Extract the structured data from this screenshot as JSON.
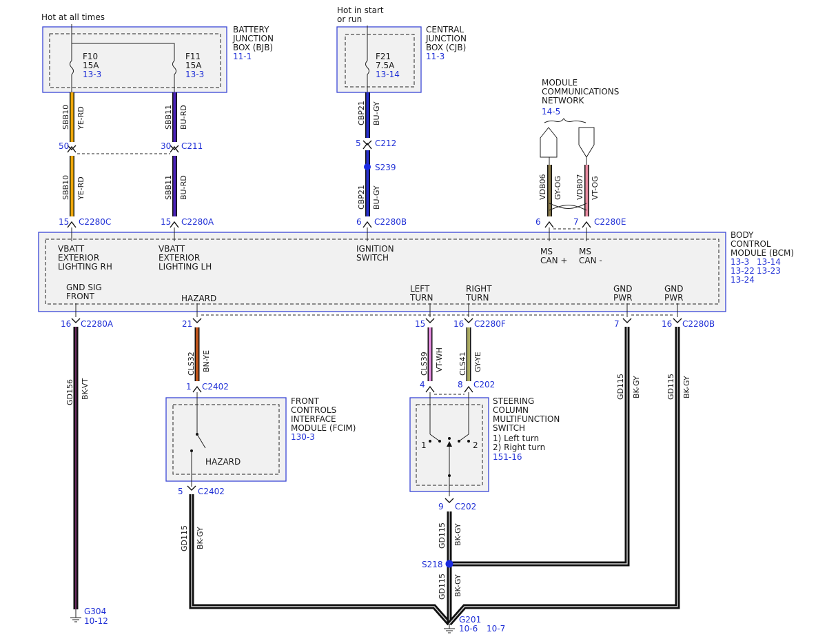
{
  "labels": {
    "hot_at_all_times": "Hot at all times",
    "hot_start_1": "Hot in start",
    "hot_start_2": "or run",
    "bjb": [
      "BATTERY",
      "JUNCTION",
      "BOX (BJB)"
    ],
    "bjb_ref": "11-1",
    "cjb": [
      "CENTRAL",
      "JUNCTION",
      "BOX (CJB)"
    ],
    "cjb_ref": "11-3",
    "mcn": [
      "MODULE",
      "COMMUNICATIONS",
      "NETWORK"
    ],
    "mcn_ref": "14-5",
    "bcm": [
      "BODY",
      "CONTROL",
      "MODULE (BCM)"
    ],
    "bcm_refs": [
      "13-3",
      "13-14",
      "13-22",
      "13-23",
      "13-24"
    ],
    "fcim": [
      "FRONT",
      "CONTROLS",
      "INTERFACE",
      "MODULE (FCIM)"
    ],
    "fcim_ref": "130-3",
    "scms": [
      "STEERING",
      "COLUMN",
      "MULTIFUNCTION",
      "SWITCH",
      "1) Left turn",
      "2) Right turn"
    ],
    "scms_ref": "151-16",
    "hazard_switch": "HAZARD",
    "sw_pos_1": "1",
    "sw_pos_2": "2"
  },
  "fuses": [
    {
      "name": "F10",
      "rating": "15A",
      "ref": "13-3"
    },
    {
      "name": "F11",
      "rating": "15A",
      "ref": "13-3"
    },
    {
      "name": "F21",
      "rating": "7.5A",
      "ref": "13-14"
    }
  ],
  "bcm_pins": {
    "vbatt_rh": [
      "VBATT",
      "EXTERIOR",
      "LIGHTING RH"
    ],
    "vbatt_lh": [
      "VBATT",
      "EXTERIOR",
      "LIGHTING LH"
    ],
    "ignition": [
      "IGNITION",
      "SWITCH"
    ],
    "ms_can_plus": [
      "MS",
      "CAN +"
    ],
    "ms_can_minus": [
      "MS",
      "CAN -"
    ],
    "gnd_sig": [
      "GND SIG",
      "FRONT"
    ],
    "hazard": "HAZARD",
    "left_turn": [
      "LEFT",
      "TURN"
    ],
    "right_turn": [
      "RIGHT",
      "TURN"
    ],
    "gnd_pwr_1": [
      "GND",
      "PWR"
    ],
    "gnd_pwr_2": [
      "GND",
      "PWR"
    ]
  },
  "connectors": {
    "c50": {
      "pin": "50"
    },
    "c211": {
      "pin": "30",
      "name": "C211"
    },
    "c212": {
      "pin": "5",
      "name": "C212"
    },
    "s239": {
      "name": "S239"
    },
    "c2280c": {
      "pin": "15",
      "name": "C2280C"
    },
    "c2280a_top": {
      "pin": "15",
      "name": "C2280A"
    },
    "c2280b_top": {
      "pin": "6",
      "name": "C2280B"
    },
    "c2280e_a": {
      "pin": "6"
    },
    "c2280e_b": {
      "pin": "7",
      "name": "C2280E"
    },
    "c2280a_bot": {
      "pin": "16",
      "name": "C2280A"
    },
    "haz_pin": {
      "pin": "21"
    },
    "lt_pin": {
      "pin": "15"
    },
    "rt_pin": {
      "pin": "16",
      "name": "C2280F"
    },
    "gnd1_pin": {
      "pin": "7"
    },
    "c2280b_bot": {
      "pin": "16",
      "name": "C2280B"
    },
    "c2402_top": {
      "pin": "1",
      "name": "C2402"
    },
    "c202_a": {
      "pin": "4"
    },
    "c202_b": {
      "pin": "8",
      "name": "C202"
    },
    "c2402_bot": {
      "pin": "5",
      "name": "C2402"
    },
    "c202_bot": {
      "pin": "9",
      "name": "C202"
    },
    "s218": {
      "name": "S218"
    },
    "g304": {
      "name": "G304",
      "ref": "10-12"
    },
    "g201": {
      "name": "G201",
      "ref1": "10-6",
      "ref2": "10-7"
    }
  },
  "wires": [
    {
      "circuit": "SBB10",
      "color": "YE-RD"
    },
    {
      "circuit": "SBB11",
      "color": "BU-RD"
    },
    {
      "circuit": "CBP21",
      "color": "BU-GY"
    },
    {
      "circuit": "SBB10",
      "color": "YE-RD"
    },
    {
      "circuit": "SBB11",
      "color": "BU-RD"
    },
    {
      "circuit": "CBP21",
      "color": "BU-GY"
    },
    {
      "circuit": "VDB06",
      "color": "GY-OG"
    },
    {
      "circuit": "VDB07",
      "color": "VT-OG"
    },
    {
      "circuit": "GD156",
      "color": "BK-VT"
    },
    {
      "circuit": "CLS32",
      "color": "BN-YE"
    },
    {
      "circuit": "CLS39",
      "color": "VT-WH"
    },
    {
      "circuit": "CLS41",
      "color": "GY-YE"
    },
    {
      "circuit": "GD115",
      "color": "BK-GY"
    },
    {
      "circuit": "GD115",
      "color": "BK-GY"
    },
    {
      "circuit": "GD115",
      "color": "BK-GY"
    },
    {
      "circuit": "GD115",
      "color": "BK-GY"
    },
    {
      "circuit": "GD115",
      "color": "BK-GY"
    }
  ],
  "colors": {
    "box_border": "#3a46d6",
    "reference_text": "#1f2fd6",
    "yellow_wire": "#f2c200",
    "blue_red_wire": "#4a22b8",
    "blue_gray_wire": "#2830d0",
    "gray_orange_wire": "#8a7a4a",
    "violet_orange_wire": "#e88aa0",
    "brown_yellow_wire": "#c0561c",
    "violet_white_wire": "#e58be0",
    "gray_yellow_wire": "#a8a860",
    "black_violet_wire": "#6a1a5a",
    "black_gray_wire": "#1a1a1a"
  }
}
